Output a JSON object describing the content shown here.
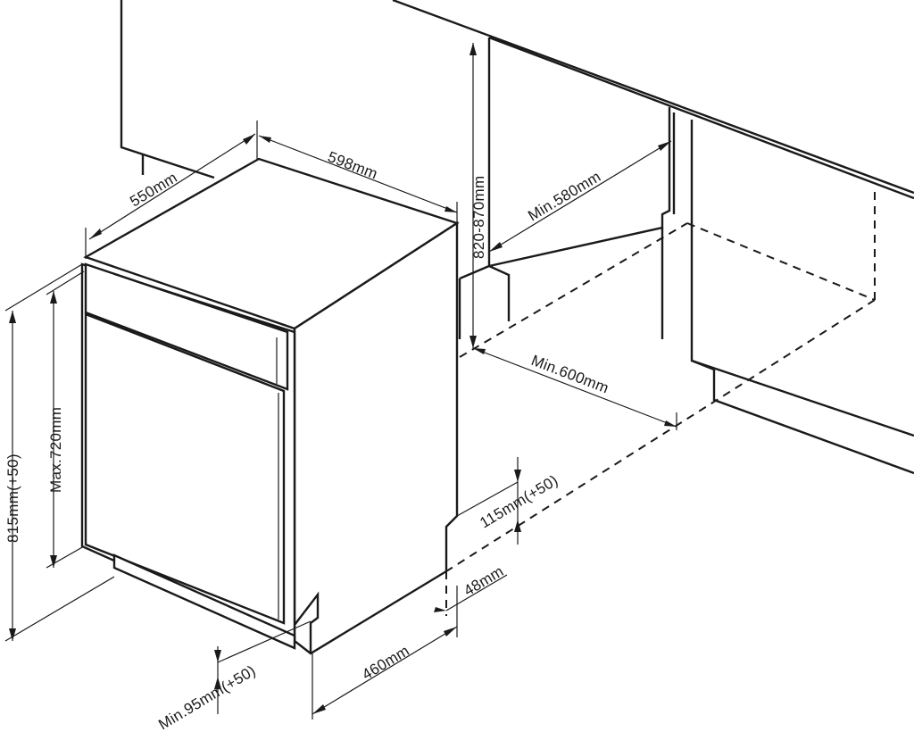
{
  "dimensions": {
    "depth": "550mm",
    "width": "598mm",
    "niche_height": "820-870mm",
    "niche_depth_min": "Min.580mm",
    "niche_width_min": "Min.600mm",
    "total_height": "815mm(+50)",
    "panel_height_max": "Max.720mm",
    "plinth_height": "115mm(+50)",
    "plinth_offset": "48mm",
    "plinth_depth": "460mm",
    "toe_kick_min": "Min.95mm(+50)"
  },
  "colors": {
    "line": "#1a1a1a",
    "background": "#ffffff"
  }
}
